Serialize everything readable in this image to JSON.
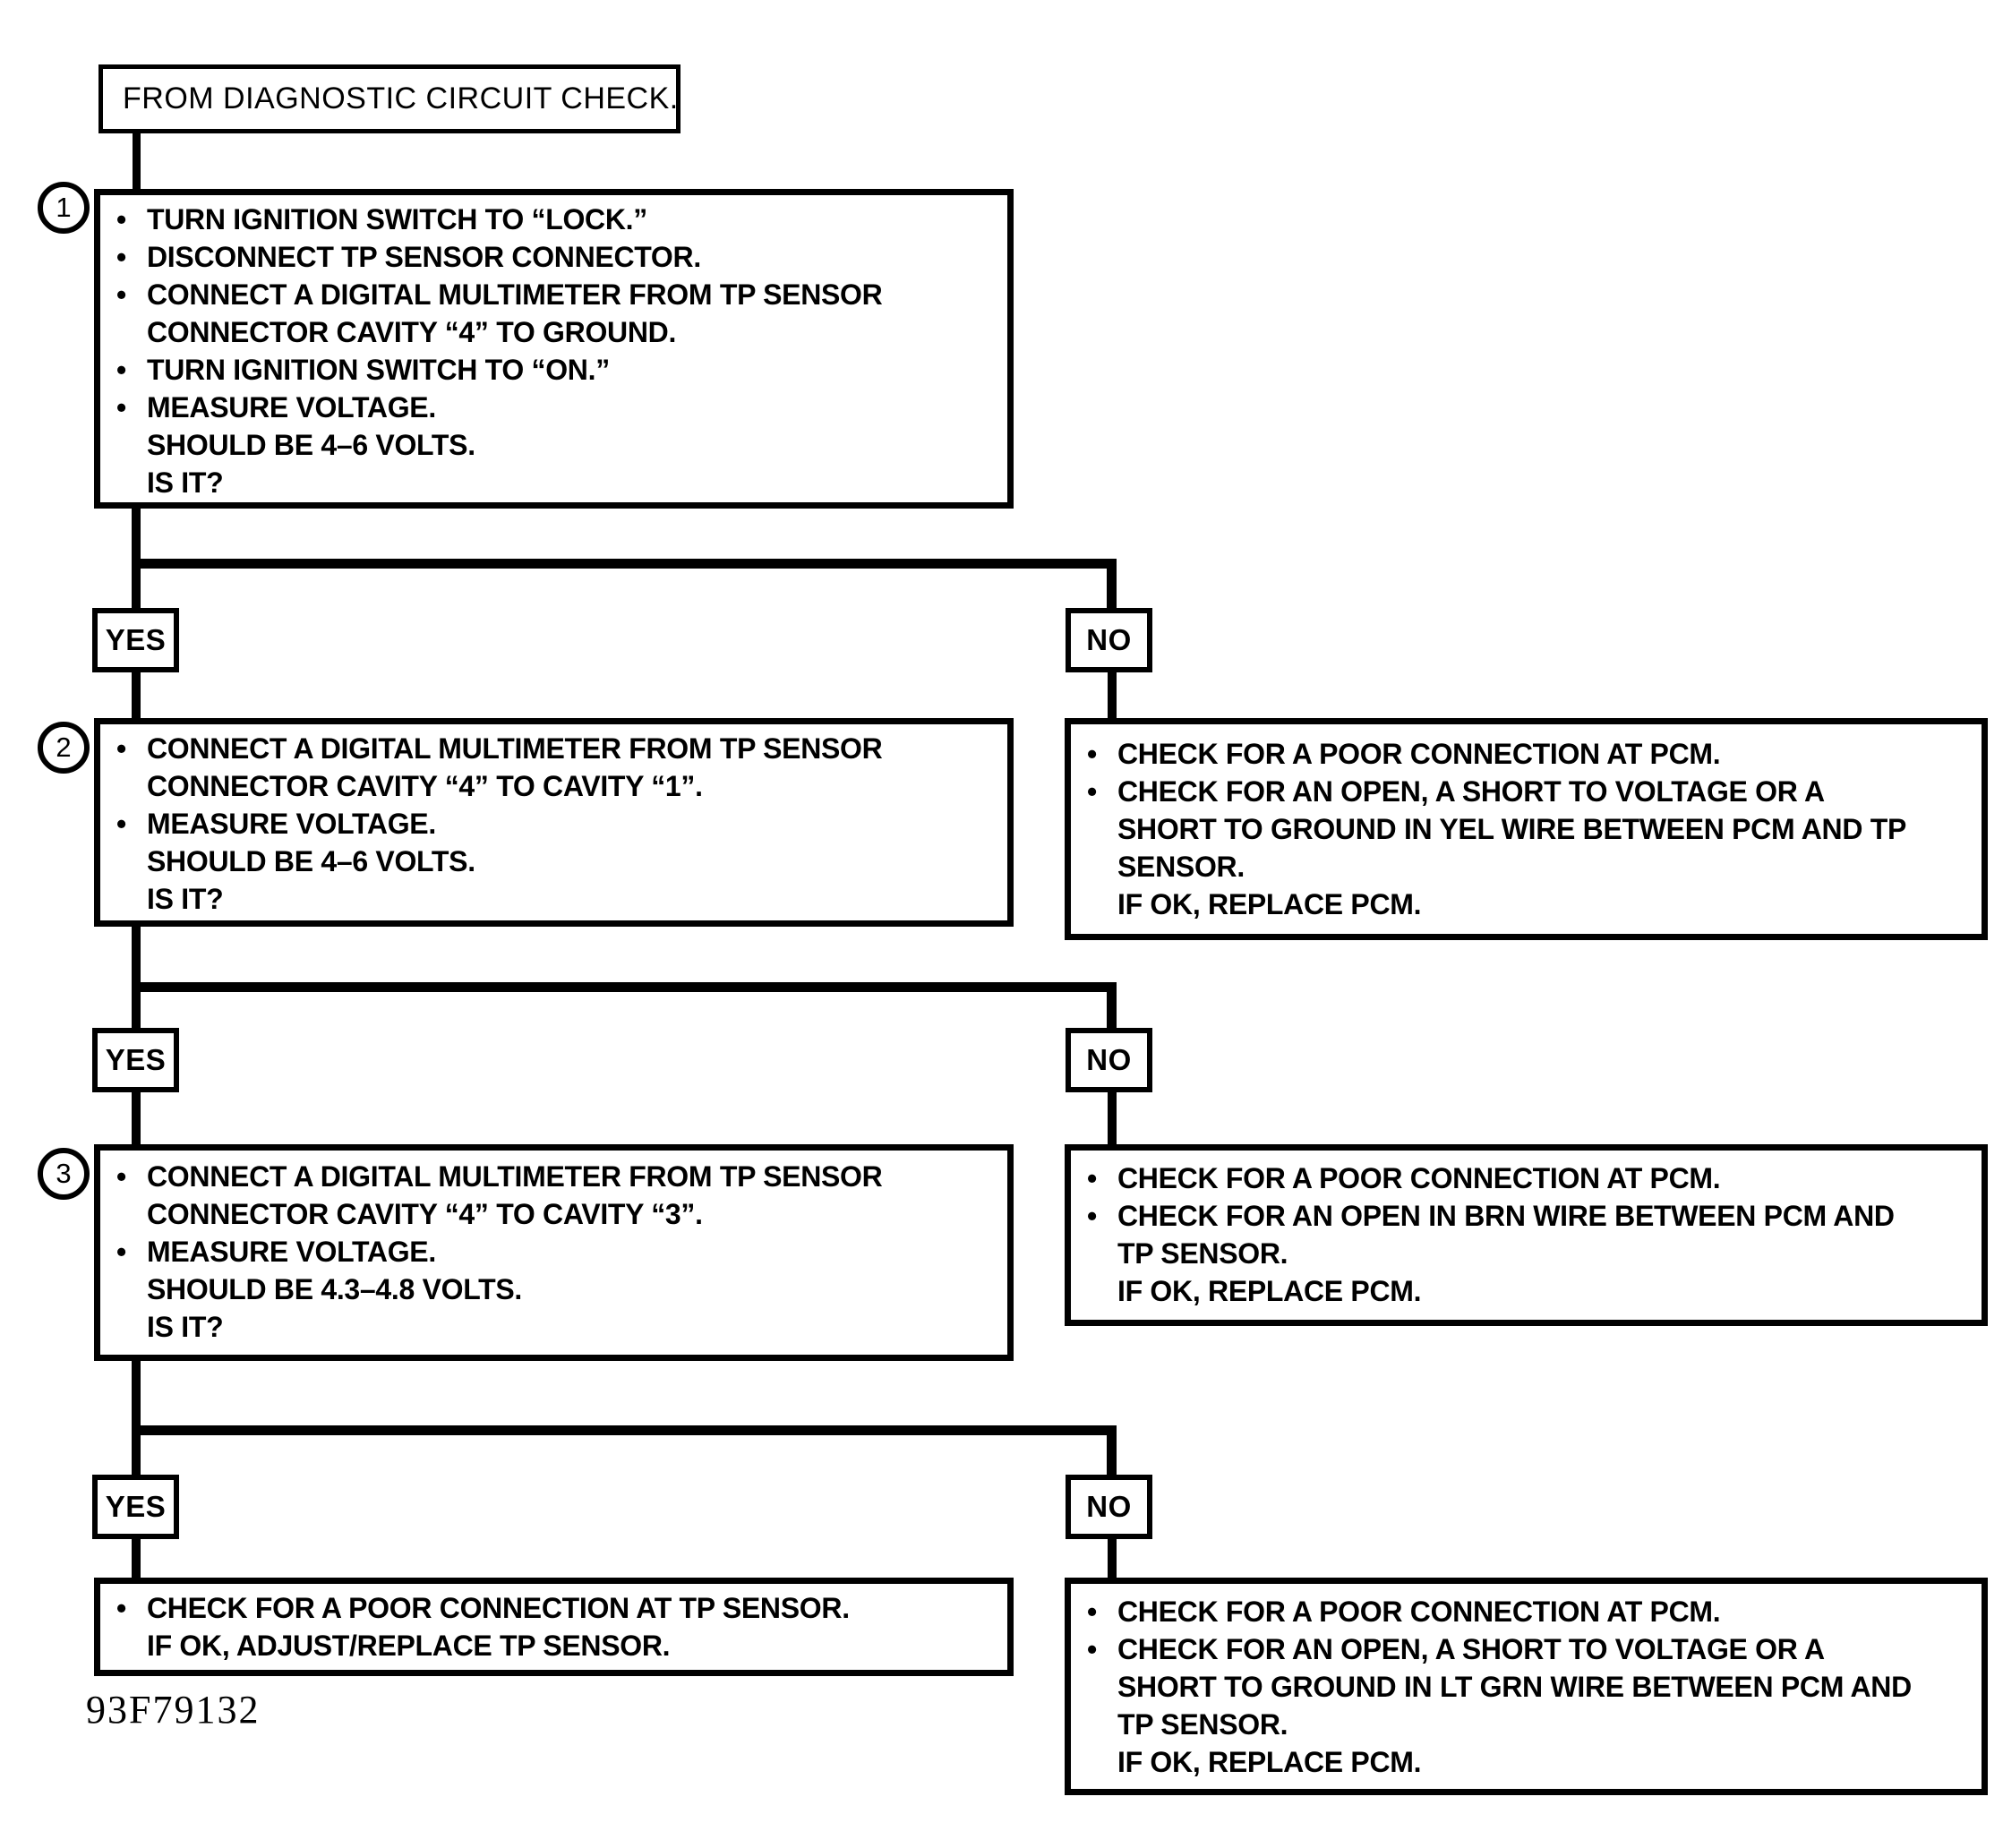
{
  "figure_id": "93F79132",
  "colors": {
    "ink": "#000000",
    "paper": "#ffffff"
  },
  "start_box": {
    "label": "FROM DIAGNOSTIC CIRCUIT CHECK."
  },
  "branch_labels": {
    "yes": "YES",
    "no": "NO"
  },
  "steps": [
    {
      "number": "1",
      "lines": [
        {
          "bullet": true,
          "text": "TURN IGNITION SWITCH TO “LOCK.”"
        },
        {
          "bullet": true,
          "text": "DISCONNECT TP SENSOR CONNECTOR."
        },
        {
          "bullet": true,
          "text": "CONNECT A DIGITAL MULTIMETER FROM TP SENSOR"
        },
        {
          "bullet": false,
          "text": "CONNECTOR CAVITY “4” TO GROUND."
        },
        {
          "bullet": true,
          "text": "TURN IGNITION SWITCH TO “ON.”"
        },
        {
          "bullet": true,
          "text": "MEASURE VOLTAGE."
        },
        {
          "bullet": false,
          "text": "SHOULD BE 4–6 VOLTS."
        },
        {
          "bullet": false,
          "text": "IS IT?"
        }
      ]
    },
    {
      "number": "2",
      "lines": [
        {
          "bullet": true,
          "text": "CONNECT A DIGITAL MULTIMETER FROM TP SENSOR"
        },
        {
          "bullet": false,
          "text": "CONNECTOR CAVITY “4” TO CAVITY “1”."
        },
        {
          "bullet": true,
          "text": "MEASURE VOLTAGE."
        },
        {
          "bullet": false,
          "text": "SHOULD BE 4–6 VOLTS."
        },
        {
          "bullet": false,
          "text": "IS IT?"
        }
      ]
    },
    {
      "number": "3",
      "lines": [
        {
          "bullet": true,
          "text": "CONNECT A DIGITAL MULTIMETER FROM TP SENSOR"
        },
        {
          "bullet": false,
          "text": "CONNECTOR CAVITY “4” TO CAVITY “3”."
        },
        {
          "bullet": true,
          "text": "MEASURE VOLTAGE."
        },
        {
          "bullet": false,
          "text": "SHOULD BE 4.3–4.8 VOLTS."
        },
        {
          "bullet": false,
          "text": "IS IT?"
        }
      ]
    }
  ],
  "outcomes": {
    "no1": {
      "lines": [
        {
          "bullet": true,
          "text": "CHECK FOR A POOR CONNECTION AT PCM."
        },
        {
          "bullet": true,
          "text": "CHECK FOR AN OPEN, A SHORT TO VOLTAGE OR A"
        },
        {
          "bullet": false,
          "text": "SHORT TO GROUND IN YEL WIRE BETWEEN PCM AND TP"
        },
        {
          "bullet": false,
          "text": "SENSOR."
        },
        {
          "bullet": false,
          "text": "IF OK, REPLACE PCM."
        }
      ]
    },
    "no2": {
      "lines": [
        {
          "bullet": true,
          "text": "CHECK FOR A POOR CONNECTION AT PCM."
        },
        {
          "bullet": true,
          "text": "CHECK FOR AN OPEN IN BRN WIRE BETWEEN PCM AND"
        },
        {
          "bullet": false,
          "text": "TP SENSOR."
        },
        {
          "bullet": false,
          "text": "IF OK, REPLACE PCM."
        }
      ]
    },
    "yes3": {
      "lines": [
        {
          "bullet": true,
          "text": "CHECK FOR A POOR CONNECTION AT TP SENSOR."
        },
        {
          "bullet": false,
          "text": "IF OK, ADJUST/REPLACE TP SENSOR."
        }
      ]
    },
    "no3": {
      "lines": [
        {
          "bullet": true,
          "text": "CHECK FOR A POOR CONNECTION AT PCM."
        },
        {
          "bullet": true,
          "text": "CHECK FOR AN OPEN, A SHORT TO VOLTAGE OR A"
        },
        {
          "bullet": false,
          "text": "SHORT TO GROUND IN LT GRN WIRE BETWEEN PCM AND"
        },
        {
          "bullet": false,
          "text": "TP SENSOR."
        },
        {
          "bullet": false,
          "text": "IF OK, REPLACE PCM."
        }
      ]
    }
  }
}
